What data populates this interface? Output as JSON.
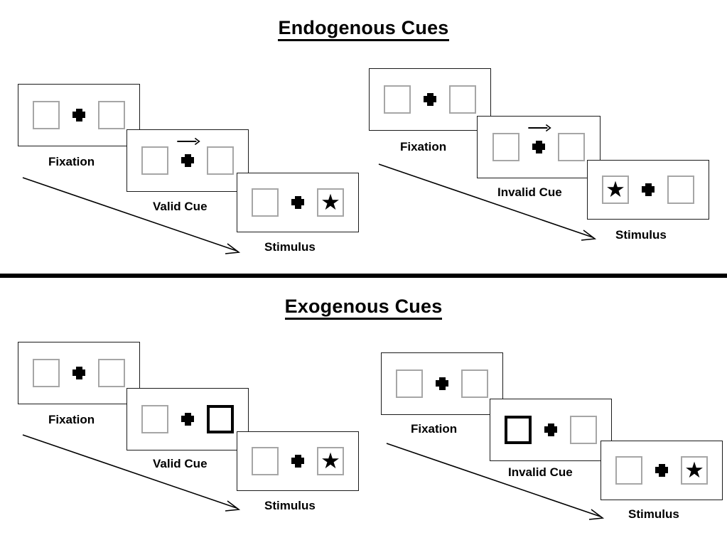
{
  "sections": [
    {
      "id": "endogenous",
      "title": "Endogenous Cues",
      "conditions": [
        {
          "id": "endogenous-valid",
          "panels": [
            {
              "caption": "Fixation",
              "cue_type": "none",
              "cued_side": "none",
              "left_box": "empty",
              "right_box": "empty"
            },
            {
              "caption": "Valid Cue",
              "cue_type": "arrow",
              "cue_direction": "right",
              "cued_side": "right",
              "left_box": "empty",
              "right_box": "empty"
            },
            {
              "caption": "Stimulus",
              "cue_type": "none",
              "cued_side": "none",
              "left_box": "empty",
              "right_box": "star"
            }
          ]
        },
        {
          "id": "endogenous-invalid",
          "panels": [
            {
              "caption": "Fixation",
              "cue_type": "none",
              "cued_side": "none",
              "left_box": "empty",
              "right_box": "empty"
            },
            {
              "caption": "Invalid Cue",
              "cue_type": "arrow",
              "cue_direction": "right",
              "cued_side": "right",
              "left_box": "empty",
              "right_box": "empty"
            },
            {
              "caption": "Stimulus",
              "cue_type": "none",
              "cued_side": "none",
              "left_box": "star",
              "right_box": "empty"
            }
          ]
        }
      ]
    },
    {
      "id": "exogenous",
      "title": "Exogenous Cues",
      "conditions": [
        {
          "id": "exogenous-valid",
          "panels": [
            {
              "caption": "Fixation",
              "cue_type": "none",
              "cued_side": "none",
              "left_box": "empty",
              "right_box": "empty"
            },
            {
              "caption": "Valid Cue",
              "cue_type": "box-highlight",
              "cue_direction": "right",
              "cued_side": "right",
              "left_box": "empty",
              "right_box": "empty"
            },
            {
              "caption": "Stimulus",
              "cue_type": "none",
              "cued_side": "none",
              "left_box": "empty",
              "right_box": "star"
            }
          ]
        },
        {
          "id": "exogenous-invalid",
          "panels": [
            {
              "caption": "Fixation",
              "cue_type": "none",
              "cued_side": "none",
              "left_box": "empty",
              "right_box": "empty"
            },
            {
              "caption": "Invalid Cue",
              "cue_type": "box-highlight",
              "cue_direction": "left",
              "cued_side": "left",
              "left_box": "empty",
              "right_box": "empty"
            },
            {
              "caption": "Stimulus",
              "cue_type": "none",
              "cued_side": "none",
              "left_box": "empty",
              "right_box": "star"
            }
          ]
        }
      ]
    }
  ],
  "glyphs": {
    "star": "★"
  },
  "colors": {
    "frame_border": "#1a1a1a",
    "box_border": "#a6a6a6",
    "cued_box_border": "#000000",
    "ink": "#000000",
    "background": "#ffffff",
    "divider": "#000000"
  }
}
